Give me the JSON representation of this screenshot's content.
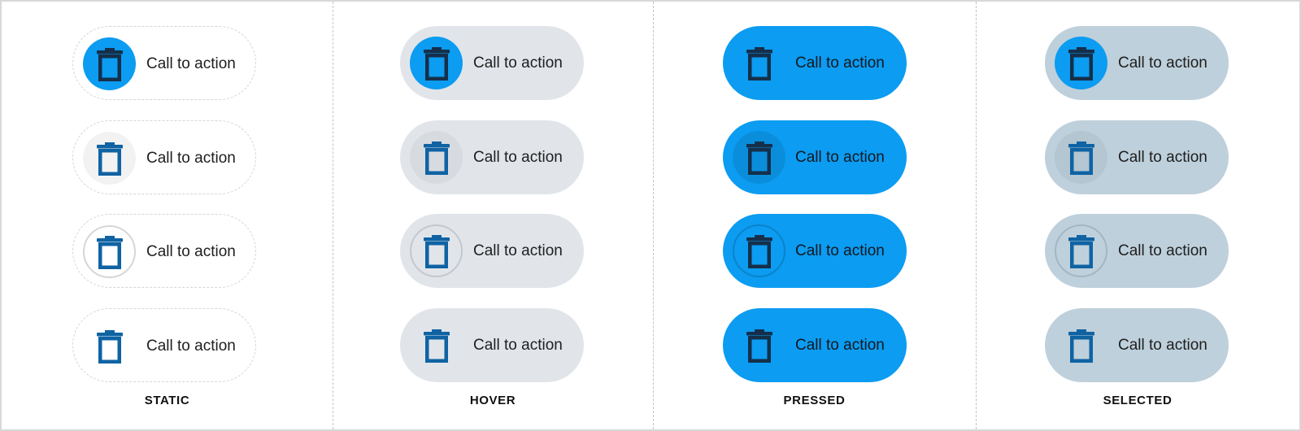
{
  "columns": [
    {
      "state": "static",
      "title": "STATIC",
      "buttons": [
        {
          "label": "Call to action",
          "icon": "trash-icon",
          "icon_background": "filled"
        },
        {
          "label": "Call to action",
          "icon": "trash-icon",
          "icon_background": "tonal"
        },
        {
          "label": "Call to action",
          "icon": "trash-icon",
          "icon_background": "outline"
        },
        {
          "label": "Call to action",
          "icon": "trash-icon",
          "icon_background": "none"
        }
      ]
    },
    {
      "state": "hover",
      "title": "HOVER",
      "buttons": [
        {
          "label": "Call to action",
          "icon": "trash-icon",
          "icon_background": "filled"
        },
        {
          "label": "Call to action",
          "icon": "trash-icon",
          "icon_background": "tonal"
        },
        {
          "label": "Call to action",
          "icon": "trash-icon",
          "icon_background": "outline"
        },
        {
          "label": "Call to action",
          "icon": "trash-icon",
          "icon_background": "none"
        }
      ]
    },
    {
      "state": "pressed",
      "title": "PRESSED",
      "buttons": [
        {
          "label": "Call to action",
          "icon": "trash-icon",
          "icon_background": "filled"
        },
        {
          "label": "Call to action",
          "icon": "trash-icon",
          "icon_background": "tonal"
        },
        {
          "label": "Call to action",
          "icon": "trash-icon",
          "icon_background": "outline"
        },
        {
          "label": "Call to action",
          "icon": "trash-icon",
          "icon_background": "none"
        }
      ]
    },
    {
      "state": "selected",
      "title": "SELECTED",
      "buttons": [
        {
          "label": "Call to action",
          "icon": "trash-icon",
          "icon_background": "filled"
        },
        {
          "label": "Call to action",
          "icon": "trash-icon",
          "icon_background": "tonal"
        },
        {
          "label": "Call to action",
          "icon": "trash-icon",
          "icon_background": "outline"
        },
        {
          "label": "Call to action",
          "icon": "trash-icon",
          "icon_background": "none"
        }
      ]
    }
  ],
  "colors": {
    "accent": "#0c9cf1",
    "icon_dark": "#152f4a",
    "icon_blue": "#0f63a3",
    "hover_surface": "#e1e5ea",
    "selected_surface": "#bed0db",
    "dashed_border": "#d5d5d5"
  }
}
